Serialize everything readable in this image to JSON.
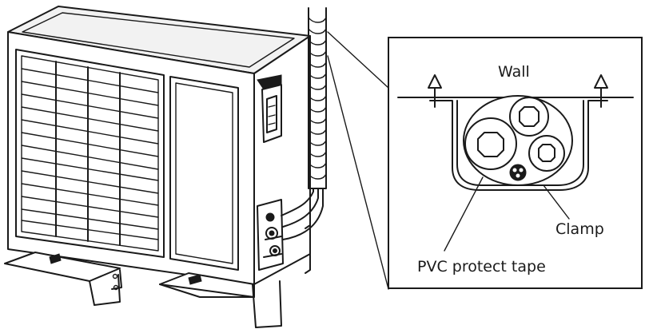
{
  "callouts": {
    "wall": "Wall",
    "clamp": "Clamp",
    "tape": "PVC protect tape"
  }
}
